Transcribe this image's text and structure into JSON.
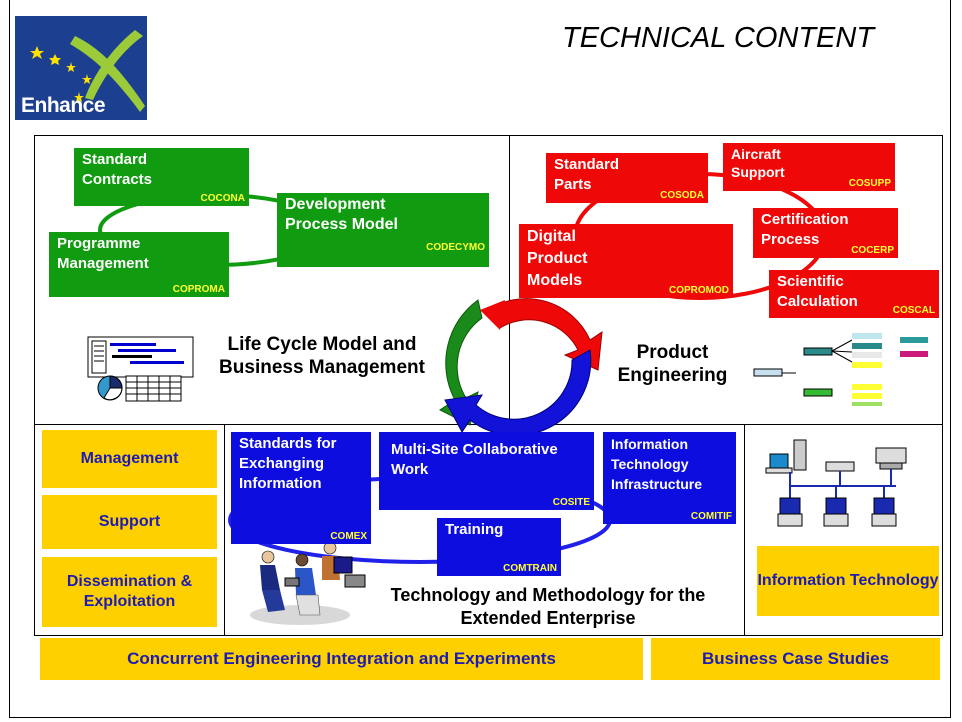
{
  "logo": {
    "text": "Enhance"
  },
  "title": "TECHNICAL CONTENT",
  "life_cycle": {
    "label": "Life Cycle Model and Business Management",
    "boxes": [
      {
        "text": "Standard Contracts",
        "code": "COCONA"
      },
      {
        "text": "Development Process Model",
        "code": "CODECYMO"
      },
      {
        "text": "Programme Management",
        "code": "COPROMA"
      }
    ]
  },
  "product": {
    "label": "Product Engineering",
    "boxes": [
      {
        "text": "Standard Parts",
        "code": "COSODA"
      },
      {
        "text": "Aircraft Support",
        "code": "COSUPP"
      },
      {
        "text": "Certification Process",
        "code": "COCERP"
      },
      {
        "text": "Digital Product Models",
        "code": "COPROMOD"
      },
      {
        "text": "Scientific Calculation",
        "code": "COSCAL"
      }
    ]
  },
  "technology": {
    "label": "Technology and Methodology for the Extended Enterprise",
    "boxes": [
      {
        "text": "Standards for Exchanging Information",
        "code": "COMEX"
      },
      {
        "text": "Multi-Site Collaborative Work",
        "code": "COSITE"
      },
      {
        "text": "Information Technology Infrastructure",
        "code": "COMITIF"
      },
      {
        "text": "Training",
        "code": "COMTRAIN"
      }
    ]
  },
  "left_column": [
    "Management",
    "Support",
    "Dissemination & Exploitation"
  ],
  "it_box": "Information Technology",
  "bottom": {
    "integration": "Concurrent Engineering Integration and Experiments",
    "business": "Business Case Studies"
  },
  "colors": {
    "green": "#119b11",
    "red": "#ef0808",
    "blue": "#0d0de0",
    "yellow": "#ffd000",
    "code_text": "#ffff33",
    "yellow_box_text": "#1c1cb4"
  }
}
